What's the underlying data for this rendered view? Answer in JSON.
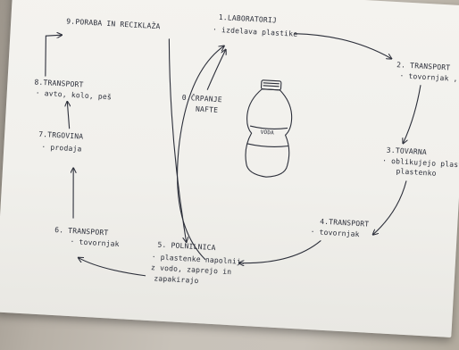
{
  "nodes": {
    "laboratorij": {
      "title": "1.LABORATORIJ",
      "desc": "· izdelava plastike"
    },
    "transport2": {
      "title": "2. TRANSPORT",
      "desc": "· tovornjak , ladje"
    },
    "tovarna": {
      "title": "3.TOVARNA",
      "desc1": "· oblikujejo plasti",
      "desc2": "plastenko"
    },
    "transport4": {
      "title": "4.TRANSPORT",
      "desc": "· tovornjak"
    },
    "polnilnica": {
      "title": "5. POLNILNICA",
      "desc1": "· plastenke napolnij.",
      "desc2": "z vodo, zaprejo in",
      "desc3": "zapakirajo"
    },
    "transport6": {
      "title": "6. TRANSPORT",
      "desc": "· tovornjak"
    },
    "trgovina": {
      "title": "7.TRGOVINA",
      "desc": "· prodaja"
    },
    "transport8": {
      "title": "8.TRANSPORT",
      "desc": "· avto, kolo, peš"
    },
    "poraba": {
      "title": "9.PORABA IN RECIKLAŽA"
    },
    "crpanje": {
      "title1": "0.ČRPANJE",
      "title2": "NAFTE"
    }
  },
  "bottle": {
    "label": "VODA"
  },
  "colors": {
    "ink": "#2c2f3a",
    "paper": "#f2f1ed",
    "background": "#c3bcb2"
  }
}
